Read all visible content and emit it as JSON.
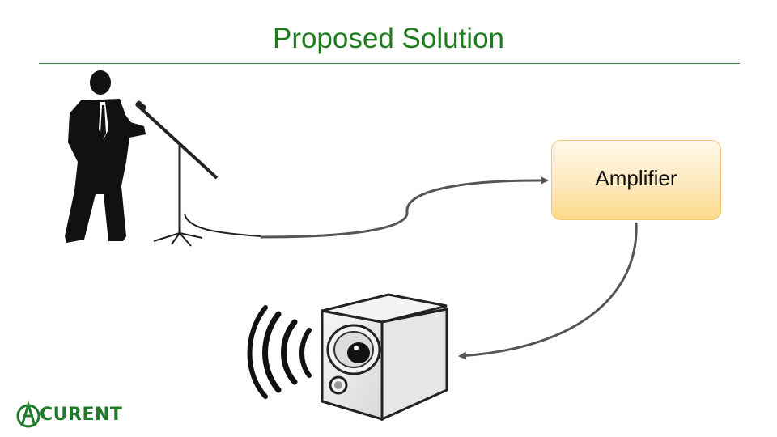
{
  "slide": {
    "title": "Proposed Solution"
  },
  "diagram": {
    "amplifier_label": "Amplifier",
    "microphone_to": "Amplifier",
    "amplifier_to": "speaker"
  },
  "logo": {
    "text": "CURENT"
  },
  "colors": {
    "title": "#1e7b1e",
    "rule": "#2e8b2e",
    "amplifier_fill": "#fde9bf",
    "amplifier_border": "#f0c873",
    "connector": "#555555",
    "logo": "#1f7a2a"
  }
}
